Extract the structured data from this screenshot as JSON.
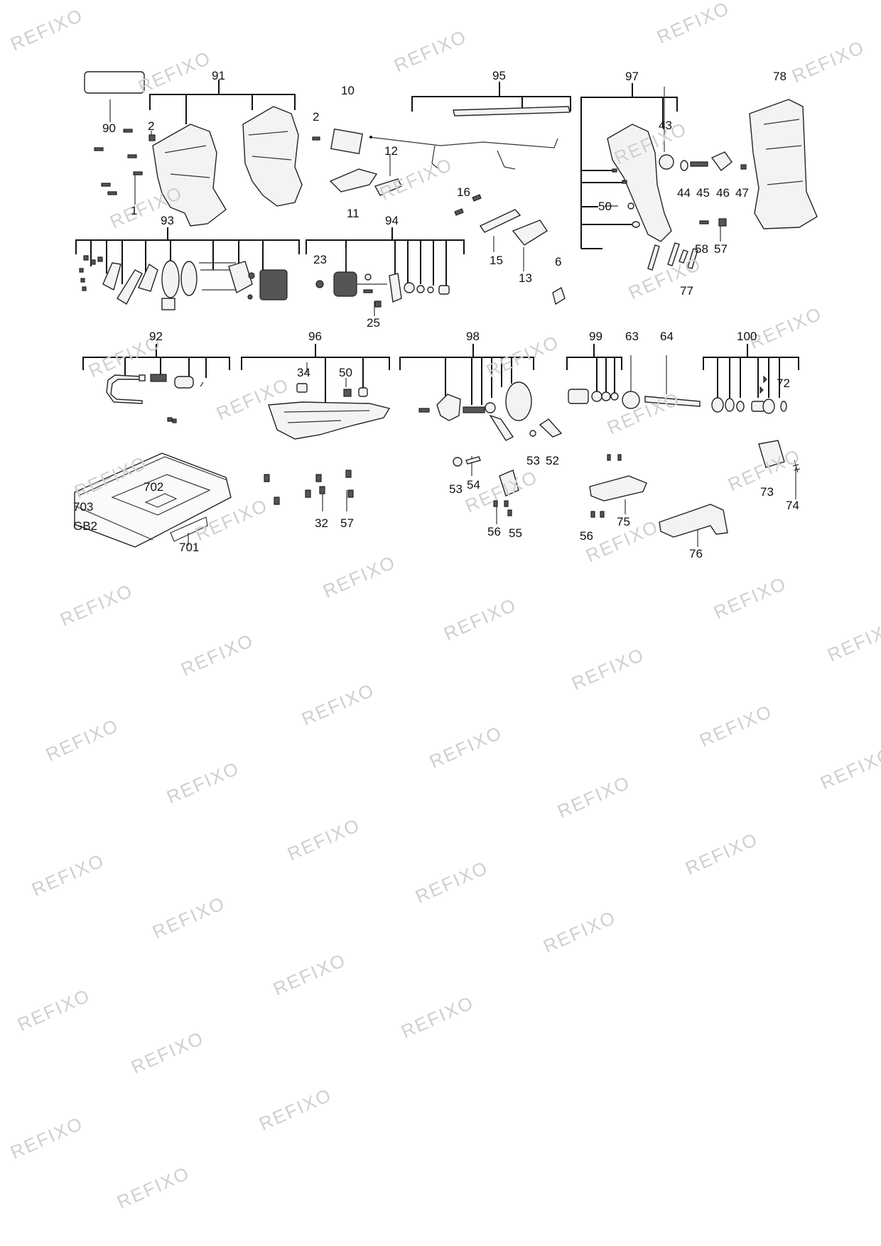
{
  "watermark": "REFIXO",
  "colors": {
    "line": "#111111",
    "watermark": "#cfcfcf",
    "background": "#ffffff"
  },
  "labels": {
    "l91": "91",
    "l90": "90",
    "l2a": "2",
    "l2b": "2",
    "l1": "1",
    "l10": "10",
    "l12": "12",
    "l11": "11",
    "l95": "95",
    "l16": "16",
    "l15": "15",
    "l13": "13",
    "l6": "6",
    "l97": "97",
    "l43": "43",
    "l44": "44",
    "l45": "45",
    "l46": "46",
    "l47": "47",
    "l50a": "50",
    "l58": "58",
    "l57a": "57",
    "l77": "77",
    "l78": "78",
    "l93": "93",
    "l94": "94",
    "l23": "23",
    "l25": "25",
    "l92": "92",
    "l96": "96",
    "l34": "34",
    "l50b": "50",
    "l98": "98",
    "l99": "99",
    "l63": "63",
    "l64": "64",
    "l100": "100",
    "l72": "72",
    "l53a": "53",
    "l52": "52",
    "l53b": "53",
    "l54": "54",
    "l56a": "56",
    "l55": "55",
    "l75": "75",
    "l56b": "56",
    "l76": "76",
    "l73": "73",
    "l74": "74",
    "l702": "702",
    "l703": "703",
    "lGB2": "GB2",
    "l701": "701",
    "l32": "32",
    "l57b": "57"
  }
}
